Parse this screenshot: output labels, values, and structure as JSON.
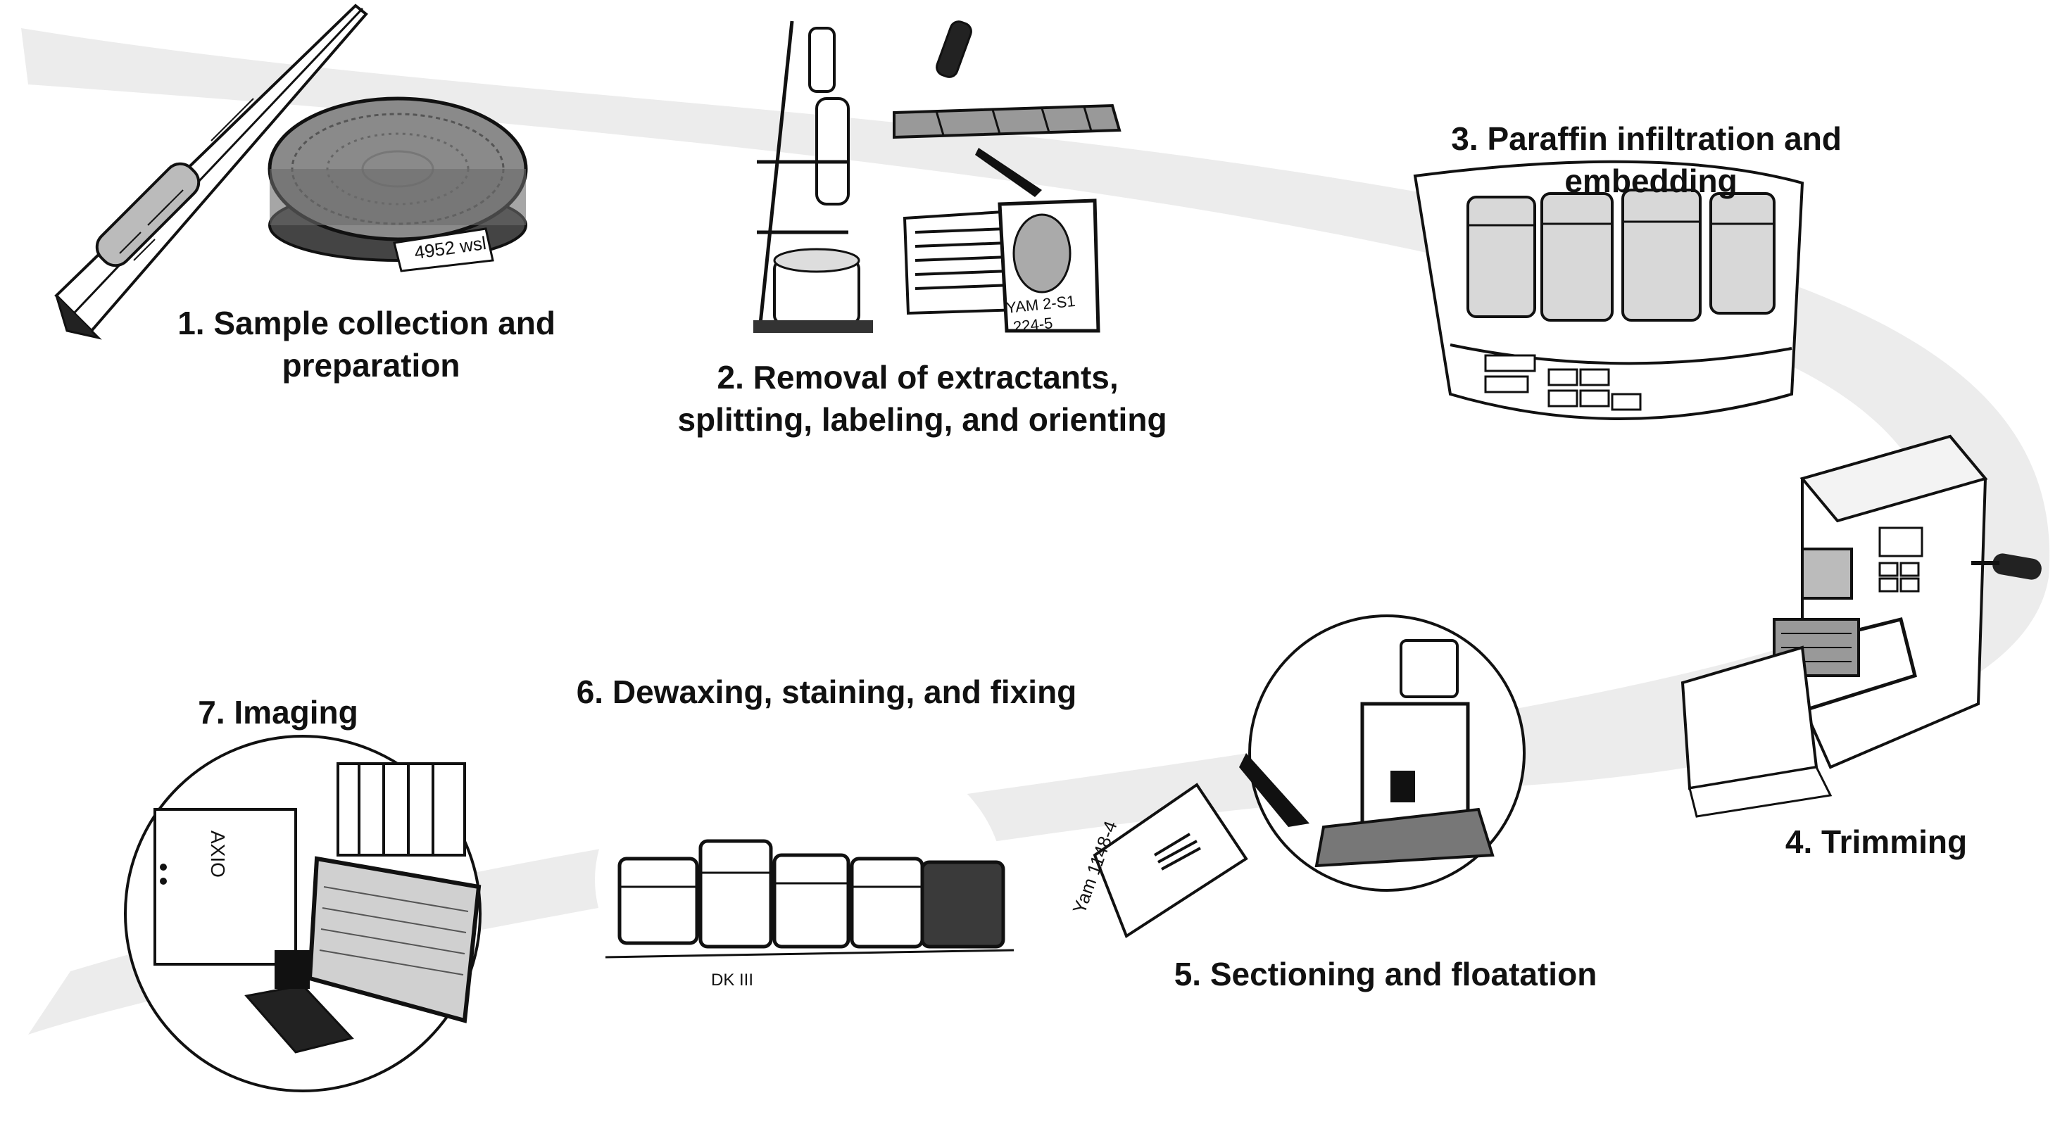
{
  "steps": [
    {
      "id": "step-1",
      "lines": [
        "1. Sample collection and",
        "preparation"
      ],
      "handwriting": "4952 wsl"
    },
    {
      "id": "step-2",
      "lines": [
        "2. Removal of extractants,",
        "splitting, labeling, and orienting"
      ],
      "handwriting": [
        "YAM 2-S1",
        "224-5"
      ]
    },
    {
      "id": "step-3",
      "lines": [
        "3. Paraffin infiltration and",
        "embedding"
      ]
    },
    {
      "id": "step-4",
      "lines": [
        "4. Trimming"
      ]
    },
    {
      "id": "step-5",
      "lines": [
        "5. Sectioning and floatation"
      ],
      "handwriting": "Yam 1148-4"
    },
    {
      "id": "step-6",
      "lines": [
        "6. Dewaxing, staining, and fixing"
      ],
      "handwriting": "DK III"
    },
    {
      "id": "step-7",
      "lines": [
        "7. Imaging"
      ],
      "instrument_text": "AXIO"
    }
  ],
  "colors": {
    "path": "#ececec",
    "ink": "#111111",
    "background": "#ffffff"
  }
}
